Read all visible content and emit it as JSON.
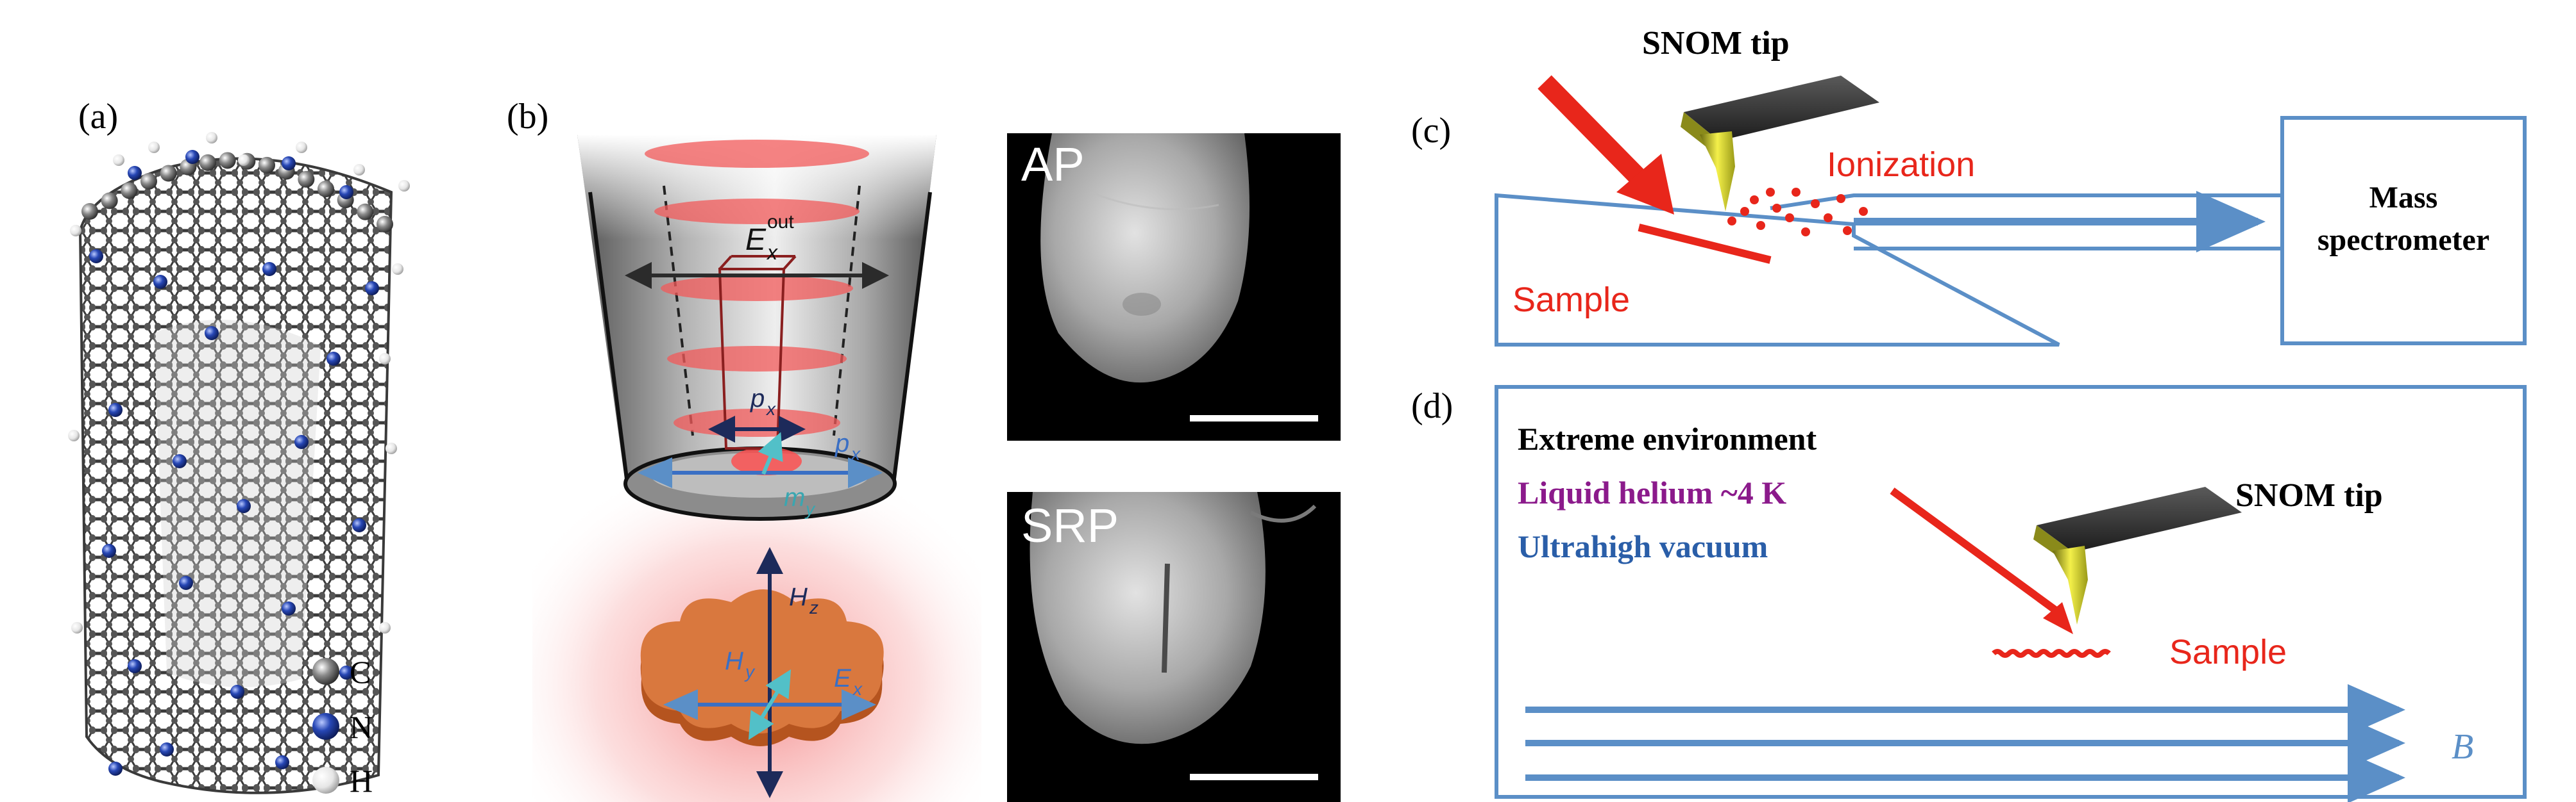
{
  "panels": {
    "a": {
      "label": "(a)",
      "legend": [
        {
          "symbol": "C",
          "color": "#6e6e6e"
        },
        {
          "symbol": "N",
          "color": "#1f3a93"
        },
        {
          "symbol": "H",
          "color": "#d9d9d9"
        }
      ]
    },
    "b": {
      "label": "(b)",
      "field_labels": {
        "e_out_base": "E",
        "e_out_sub": "x",
        "e_out_sup": "out",
        "px_base": "p",
        "px_sub": "x",
        "my_base": "m",
        "my_sub": "y",
        "hz_base": "H",
        "hz_sub": "z",
        "hy_base": "H",
        "hy_sub": "y",
        "ex_base": "E",
        "ex_sub": "x"
      },
      "micrographs": [
        {
          "label": "AP"
        },
        {
          "label": "SRP"
        }
      ]
    },
    "c": {
      "label": "(c)",
      "tip_label": "SNOM tip",
      "ionization_label": "Ionization",
      "sample_label": "Sample",
      "mass_spec_line1": "Mass",
      "mass_spec_line2": "spectrometer"
    },
    "d": {
      "label": "(d)",
      "title": "Extreme environment",
      "condition1": "Liquid helium ~4 K",
      "condition2": "Ultrahigh vacuum",
      "tip_label": "SNOM tip",
      "sample_label": "Sample",
      "field_label": "B"
    }
  },
  "colors": {
    "frame_blue": "#5b8fc7",
    "arrow_red": "#e8261b",
    "condition_purple": "#8b1a8b",
    "condition_blue": "#2a5ea8",
    "copper": "#c8642a",
    "glow_red": "#ee4444"
  }
}
